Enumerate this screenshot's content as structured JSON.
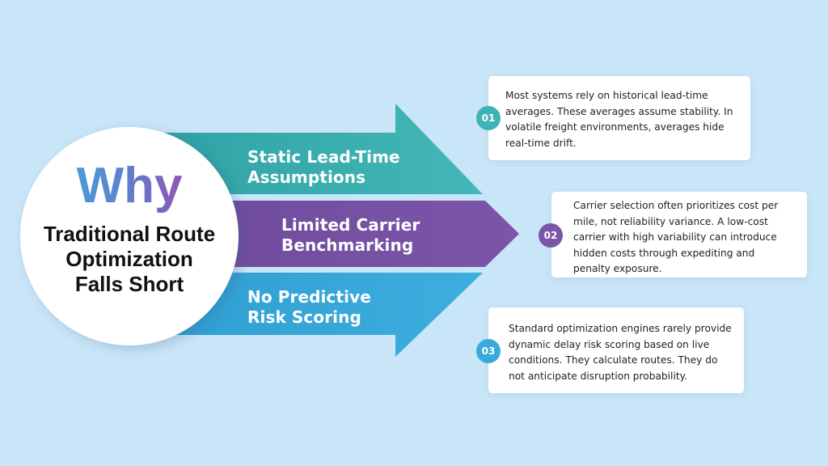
{
  "colors": {
    "background": "#c9e5f8",
    "teal": "#3eb3b3",
    "purple": "#7b55a6",
    "blue": "#3ba9da"
  },
  "hero": {
    "why": "Why",
    "subtitle_lines": [
      "Traditional Route",
      "Optimization",
      "Falls Short"
    ]
  },
  "arrows": [
    {
      "number": "01",
      "lines": [
        "Static Lead-Time",
        "Assumptions"
      ],
      "color": "teal"
    },
    {
      "number": "02",
      "lines": [
        "Limited Carrier",
        "Benchmarking"
      ],
      "color": "purple"
    },
    {
      "number": "03",
      "lines": [
        "No Predictive",
        "Risk Scoring"
      ],
      "color": "blue"
    }
  ],
  "cards": [
    {
      "badge": "01",
      "lines": [
        "Most systems rely on historical lead-time",
        "averages. These averages assume stability. In",
        "volatile freight environments, averages hide",
        "real-time drift."
      ]
    },
    {
      "badge": "02",
      "lines": [
        "Carrier selection often prioritizes cost per",
        "mile, not reliability variance. A low-cost",
        "carrier with high variability can introduce",
        "hidden costs through expediting and",
        "penalty exposure."
      ]
    },
    {
      "badge": "03",
      "lines": [
        "Standard optimization engines rarely provide",
        "dynamic delay risk scoring based on live",
        "conditions. They calculate routes. They do",
        "not anticipate disruption probability."
      ]
    }
  ]
}
